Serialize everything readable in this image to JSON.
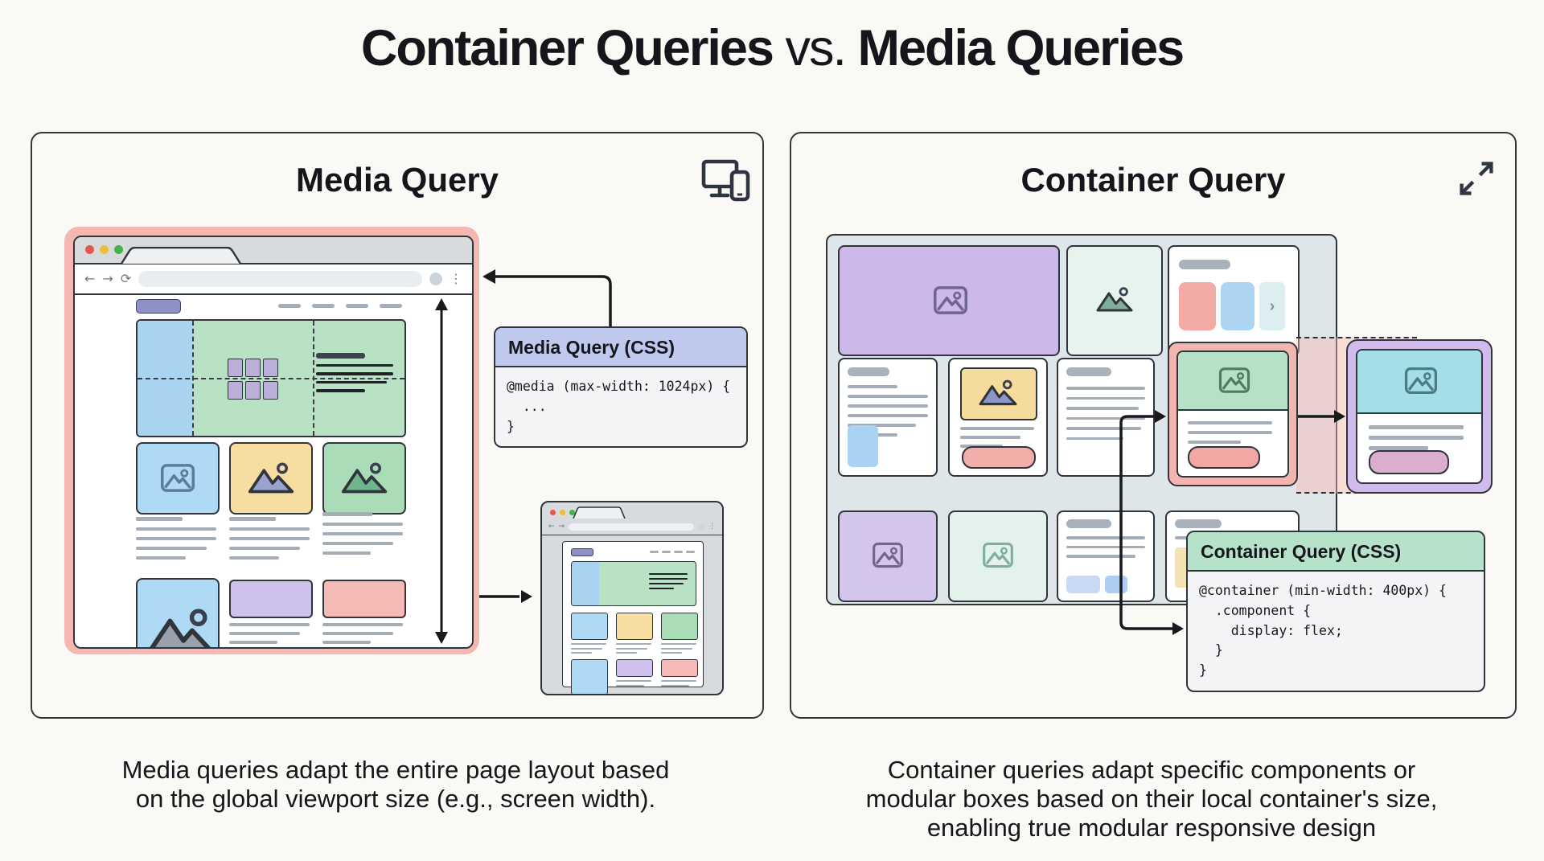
{
  "title": {
    "left": "Container Queries",
    "separator": " vs. ",
    "right": "Media Queries"
  },
  "left_panel": {
    "heading": "Media Query",
    "icon": "desktop-and-phone-icon",
    "code_box": {
      "title": "Media Query (CSS)",
      "code_lines": [
        "@media (max-width: 1024px) {",
        "  ...",
        "}"
      ]
    },
    "caption_lines": [
      "Media queries adapt the entire page layout based",
      "on the global viewport size (e.g., screen width)."
    ]
  },
  "right_panel": {
    "heading": "Container Query",
    "icon": "resize-diagonal-icon",
    "carousel_chevron": "›",
    "code_box": {
      "title": "Container Query (CSS)",
      "code_lines": [
        "@container (min-width: 400px) {",
        "  .component {",
        "    display: flex;",
        "  }",
        "}"
      ]
    },
    "caption_lines": [
      "Container queries adapt specific components or",
      "modular boxes based on their local container's size,",
      "enabling true modular responsive design"
    ]
  },
  "browser_chrome": {
    "back_icon": "←",
    "forward_icon": "→",
    "refresh_icon": "⟳",
    "menu_icon": "⋮"
  },
  "colors": {
    "viewport_frame_pink": "#f5b7b1",
    "media_code_header_blue": "#bec9ed",
    "container_code_header_green": "#b5e2c9",
    "highlight_component_pink": "#f3b5b0",
    "resized_component_purple_frame": "#cfbcec",
    "grid_background": "#dfe6ea",
    "traffic_red": "#e2574e",
    "traffic_yellow": "#eebd40",
    "traffic_green": "#43b14c"
  }
}
